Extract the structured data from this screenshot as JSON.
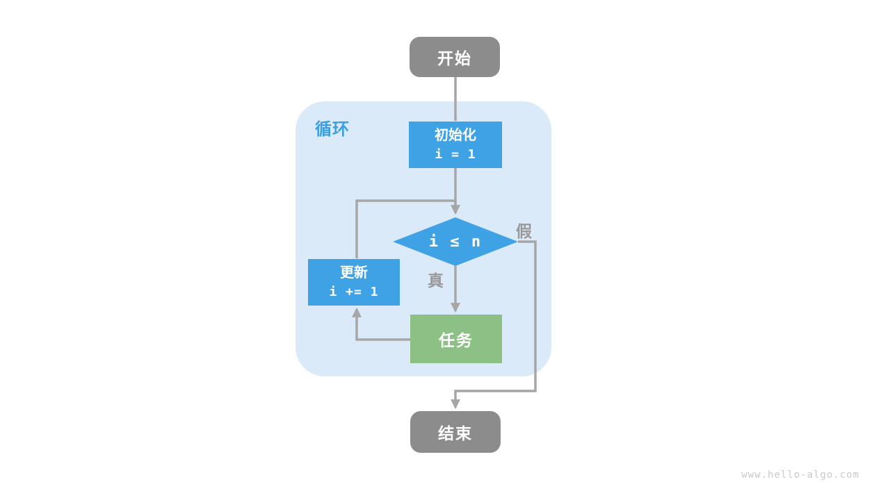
{
  "loop": {
    "label": "循环"
  },
  "nodes": {
    "start": {
      "label": "开始"
    },
    "init": {
      "title": "初始化",
      "code": "i = 1"
    },
    "condition": {
      "expr": "i ≤ n"
    },
    "update": {
      "title": "更新",
      "code": "i += 1"
    },
    "task": {
      "label": "任务"
    },
    "end": {
      "label": "结束"
    }
  },
  "branch": {
    "true_label": "真",
    "false_label": "假"
  },
  "watermark": "www.hello-algo.com",
  "colors": {
    "node_gray": "#8c8c8c",
    "node_blue": "#3fa2e5",
    "node_green": "#8cc084",
    "container_bg": "#daeaf8",
    "line_gray": "#a6a6a6",
    "label_gray": "#999999",
    "loop_label_blue": "#3b9fe4",
    "watermark_gray": "#c9c9c9"
  }
}
